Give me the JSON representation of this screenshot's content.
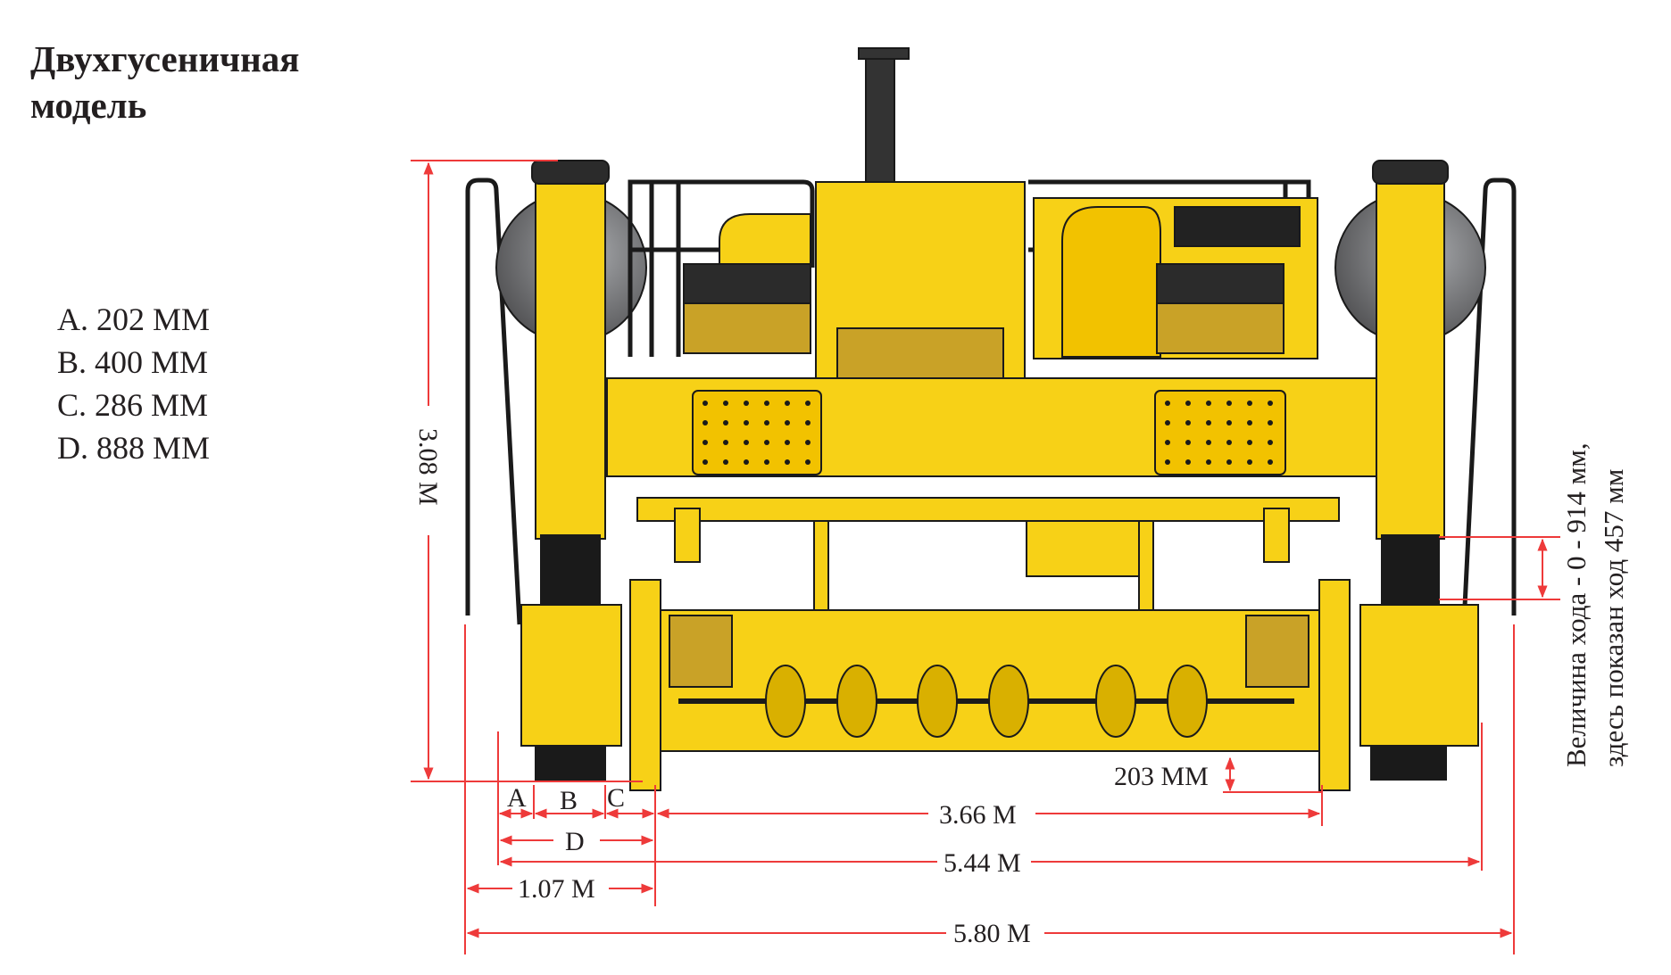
{
  "title": {
    "line1": "Двухгусеничная",
    "line2": "модель"
  },
  "legend": [
    "A. 202 MM",
    "B. 400 MM",
    "C. 286 MM",
    "D. 888 MM"
  ],
  "dimensions": {
    "height": "3.08 M",
    "a": "A",
    "b": "B",
    "c": "C",
    "d": "D",
    "inner_width": "3.66 M",
    "track_width": "5.44 M",
    "offset": "1.07 M",
    "overall_width": "5.80 M",
    "clearance": "203 MM"
  },
  "stroke_note": {
    "line1": "Величина хода - 0 - 914 мм,",
    "line2": "здесь показан ход 457 мм"
  },
  "colors": {
    "machine": "#f7d117",
    "dimension": "#ee3a3a",
    "outline": "#1a1a1a",
    "tank": "#6d6e71"
  }
}
